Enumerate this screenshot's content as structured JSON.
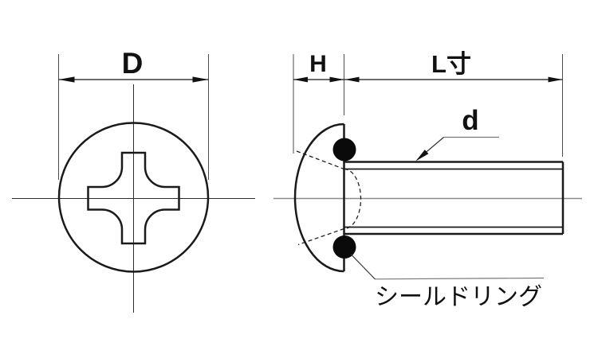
{
  "drawing": {
    "background_color": "#ffffff",
    "outline_color": "#1a1a1a",
    "centerline_color": "#8c8c8c",
    "seal_ring_fill_color": "#0a0a0a",
    "dimensions": {
      "head_diameter": "D",
      "head_height": "H",
      "screw_length": "L寸",
      "thread_diameter": "d"
    },
    "callouts": {
      "seal_ring": "シールドリング"
    }
  }
}
